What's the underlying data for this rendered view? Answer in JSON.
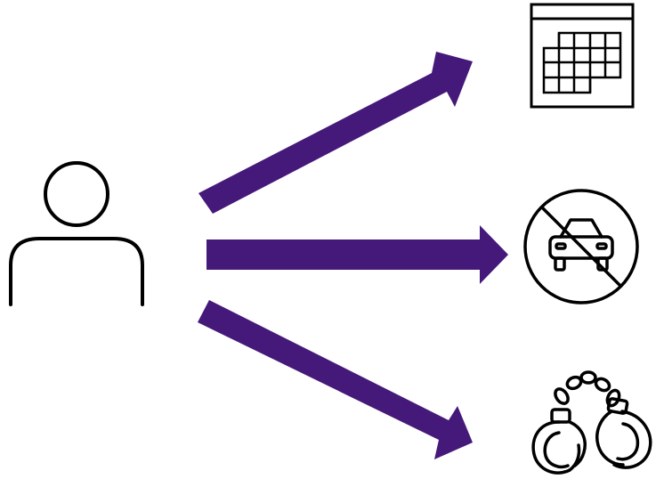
{
  "colors": {
    "arrow": "#45197a",
    "stroke": "#000000",
    "background": "#ffffff"
  },
  "source": {
    "icon": "person-icon"
  },
  "arrows": [
    {
      "name": "arrow-up-right",
      "target": "calendar-icon"
    },
    {
      "name": "arrow-right",
      "target": "no-car-icon"
    },
    {
      "name": "arrow-down-right",
      "target": "handcuffs-icon"
    }
  ]
}
